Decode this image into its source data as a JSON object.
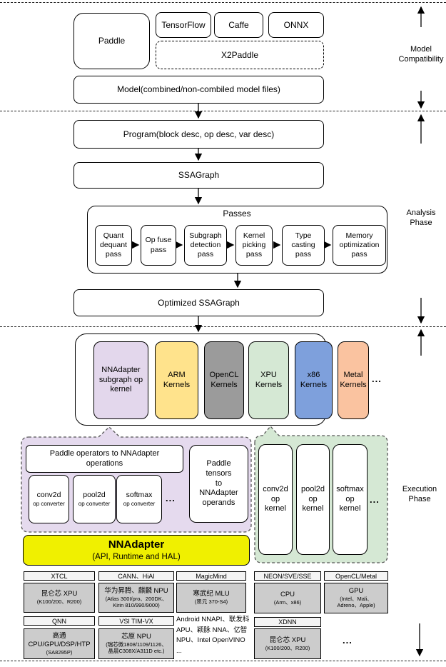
{
  "sections": {
    "model_compatibility": "Model\nCompatibility",
    "analysis_phase": "Analysis\nPhase",
    "execution_phase": "Execution\nPhase"
  },
  "top": {
    "paddle": "Paddle",
    "tensorflow": "TensorFlow",
    "caffe": "Caffe",
    "onnx": "ONNX",
    "x2paddle": "X2Paddle",
    "model": "Model(combined/non-combiled model files)"
  },
  "flow": {
    "program": "Program(block desc, op desc, var desc)",
    "ssagraph": "SSAGraph",
    "optimized": "Optimized SSAGraph"
  },
  "passes": {
    "title": "Passes",
    "items": [
      {
        "label": "Quant\ndequant\npass"
      },
      {
        "label": "Op fuse\npass"
      },
      {
        "label": "Subgraph\ndetection\npass"
      },
      {
        "label": "Kernel\npicking\npass"
      },
      {
        "label": "Type\ncasting\npass"
      },
      {
        "label": "Memory\noptimization\npass"
      }
    ]
  },
  "kernels": {
    "items": [
      {
        "label": "NNAdapter\nsubgraph op\nkernel",
        "color": "#e3d7ec"
      },
      {
        "label": "ARM\nKernels",
        "color": "#ffe38c"
      },
      {
        "label": "OpenCL\nKernels",
        "color": "#9b9b9b"
      },
      {
        "label": "XPU\nKernels",
        "color": "#d5e8d4"
      },
      {
        "label": "x86\nKernels",
        "color": "#7ea0dc"
      },
      {
        "label": "Metal\nKernels",
        "color": "#fac3a0"
      }
    ],
    "more": "..."
  },
  "nnadapter_callout": {
    "color": "#e5daee",
    "ops_box": "Paddle operators to NNAdapter\noperations",
    "converters": [
      {
        "name": "conv2d",
        "sub": "op converter"
      },
      {
        "name": "pool2d",
        "sub": "op converter"
      },
      {
        "name": "softmax",
        "sub": "op converter"
      }
    ],
    "more": "...",
    "tensors_box": "Paddle\ntensors\nto\nNNAdapter\noperands"
  },
  "xpu_callout": {
    "color": "#d5e8d4",
    "kernels": [
      {
        "label": "conv2d\nop\nkernel"
      },
      {
        "label": "pool2d\nop\nkernel"
      },
      {
        "label": "softmax\nop\nkernel"
      }
    ],
    "more": "..."
  },
  "nnadapter_bar": {
    "color": "#f0f000",
    "title": "NNAdapter",
    "subtitle": "(API, Runtime and HAL)"
  },
  "hardware": {
    "cells": [
      {
        "header": "XTCL",
        "title": "昆仑芯 XPU",
        "sub": "(K100/200、R200)"
      },
      {
        "header": "CANN、HiAI",
        "title": "华为昇腾、麒麟 NPU",
        "sub": "(Atlas 300I/pro、200DK、\nKirin 810/990/9000)"
      },
      {
        "header": "MagicMind",
        "title": "寒武纪 MLU",
        "sub": "(思元 370-S4)"
      },
      {
        "header": "NEON/SVE/SSE",
        "title": "CPU",
        "sub": "(Arm、x86)"
      },
      {
        "header": "OpenCL/Metal",
        "title": "GPU",
        "sub": "(Intel、Mali、\nAdreno、Apple)"
      },
      {
        "header": "QNN",
        "title": "高通\nCPU/GPU/DSP/HTP",
        "sub": "(SA8295P)"
      },
      {
        "header": "VSI TIM-VX",
        "title": "芯原 NPU",
        "sub": "(瑞芯微1808/1109/1126、\n晶晨C308X/A311D etc.)"
      },
      {
        "header": "XDNN",
        "title": "昆仑芯 XPU",
        "sub": "(K100/200、R200)"
      }
    ],
    "nnapi_text": "Android NNAPI、联发科 APU、颖脉 NNA、亿智NPU、Intel OpenVINO ...",
    "more": "..."
  }
}
